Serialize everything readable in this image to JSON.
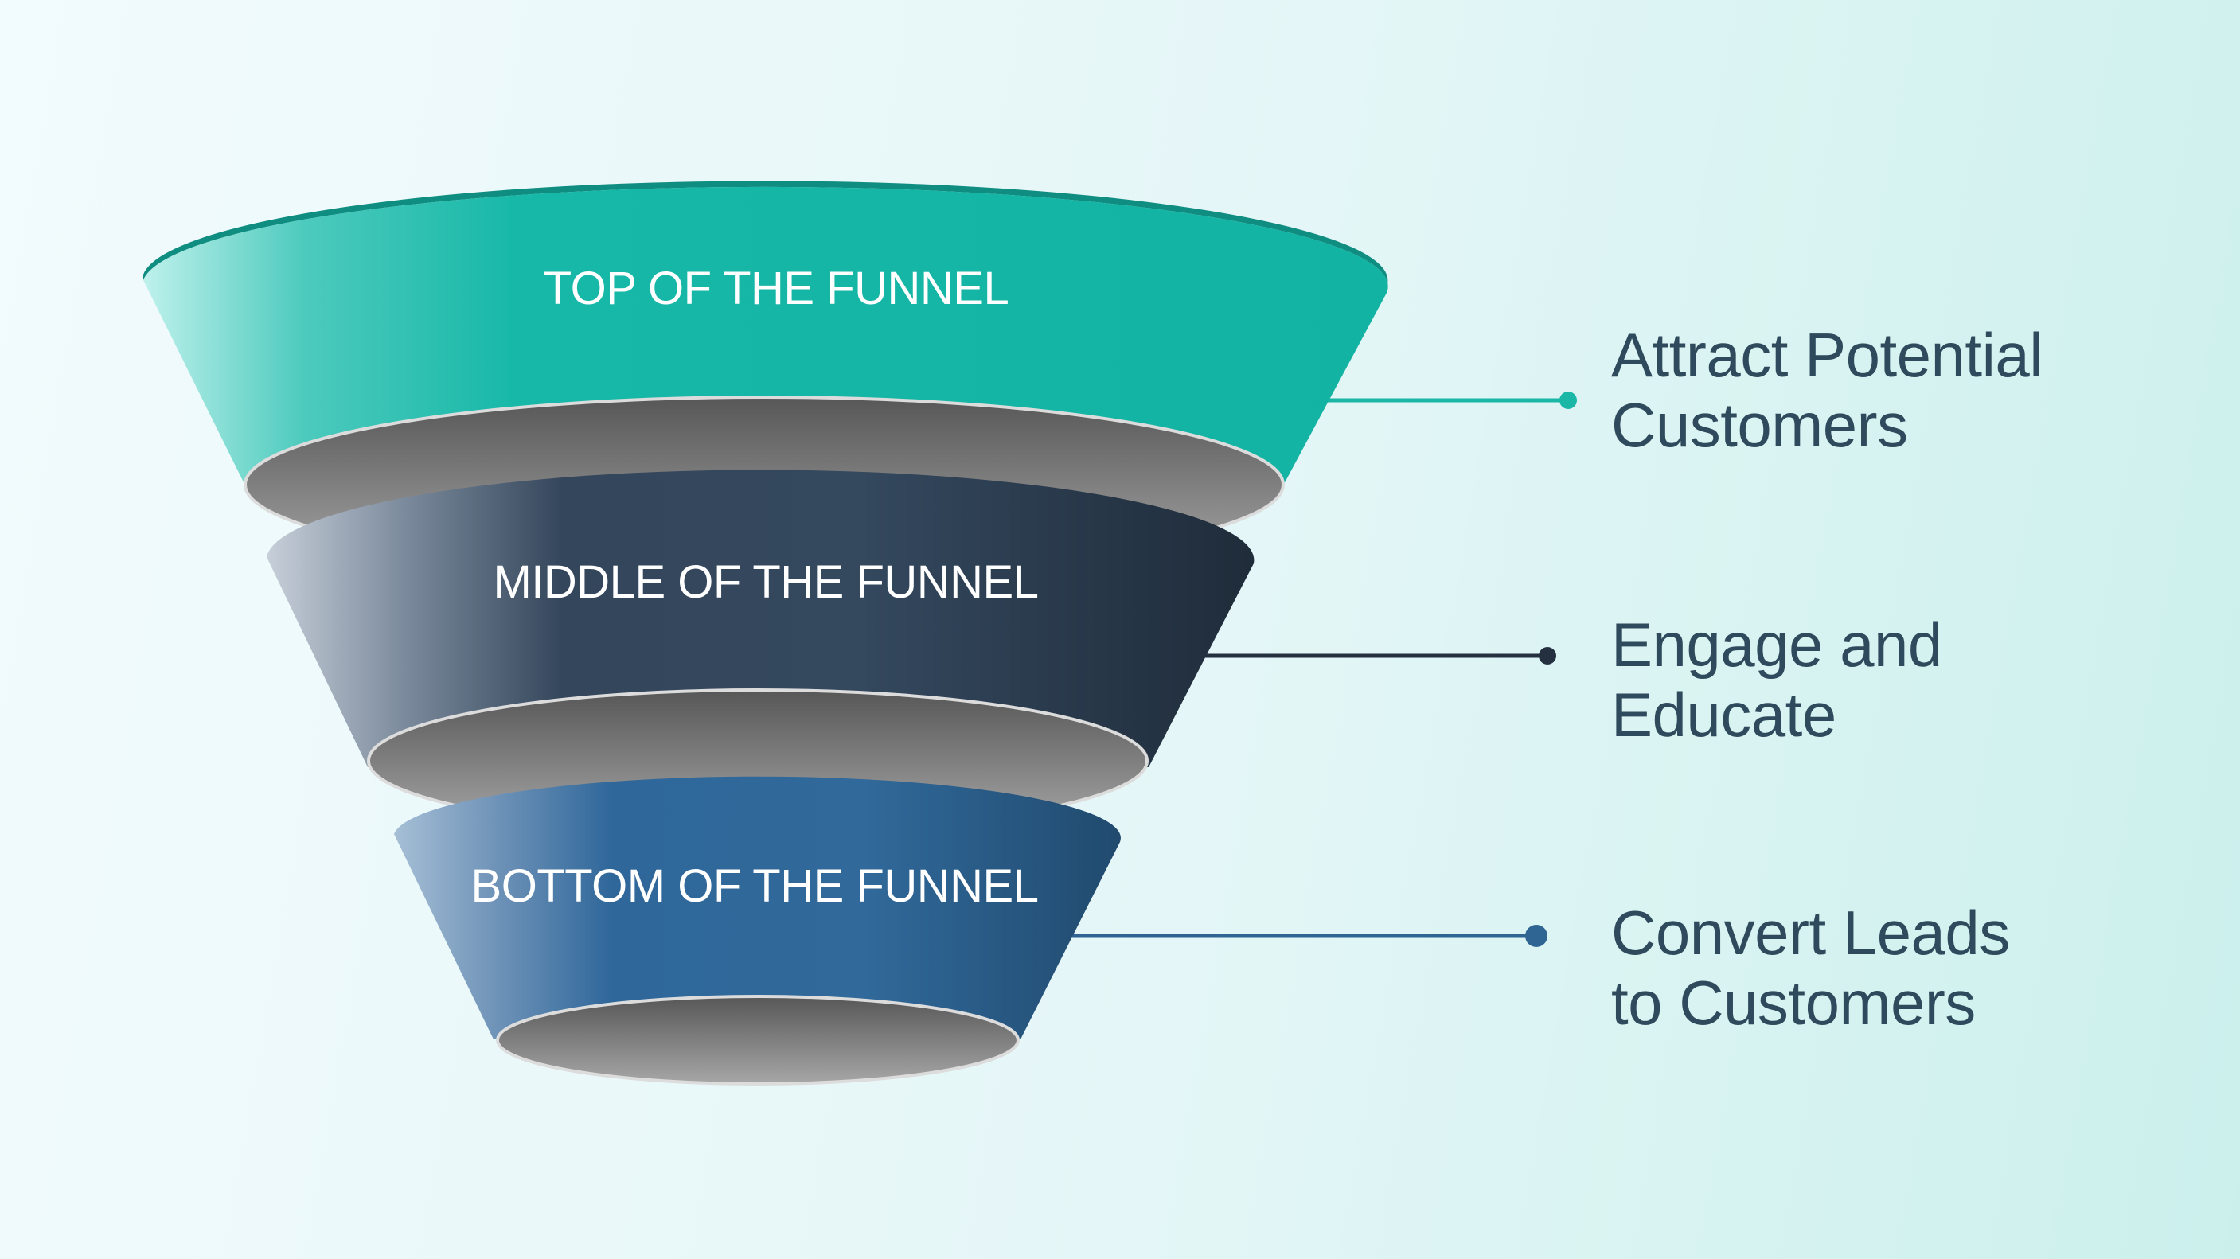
{
  "colors": {
    "background_left": "#f2fbfd",
    "background_right": "#cbf0ec",
    "top_stage": "#17b8a8",
    "middle_stage": "#2c3e52",
    "bottom_stage": "#2e6592",
    "inner_rim": "#8a8a8a",
    "description_text": "#2f4a5c"
  },
  "funnel": {
    "stages": [
      {
        "label": "TOP OF THE FUNNEL",
        "description_lines": [
          "Attract Potential",
          "Customers"
        ],
        "connector_color": "#1ab6a6"
      },
      {
        "label": "MIDDLE OF THE FUNNEL",
        "description_lines": [
          "Engage and",
          "Educate"
        ],
        "connector_color": "#24303f"
      },
      {
        "label": "BOTTOM OF THE FUNNEL",
        "description_lines": [
          "Convert Leads",
          "to Customers"
        ],
        "connector_color": "#2e6592"
      }
    ]
  }
}
